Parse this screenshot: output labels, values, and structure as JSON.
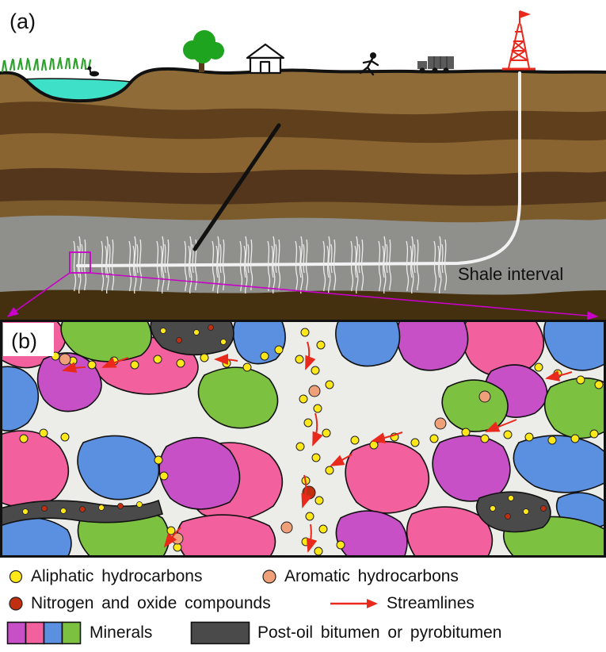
{
  "panel_a": {
    "label": "(a)",
    "shale_label": "Shale interval"
  },
  "panel_b": {
    "label": "(b)"
  },
  "legend": {
    "aliphatic_label": "Aliphatic hydrocarbons",
    "aromatic_label": "Aromatic hydrocarbons",
    "nitrogen_label": "Nitrogen and oxide compounds",
    "streamlines_label": "Streamlines",
    "minerals_label": "Minerals",
    "bitumen_label": "Post-oil bitumen or pyrobitumen"
  },
  "colors": {
    "aliphatic": "#FFE81A",
    "aromatic": "#F0A078",
    "nitrogen": "#C03010",
    "streamline": "#E8291C",
    "minerals": [
      "#C750C7",
      "#F2609E",
      "#5B8FE0",
      "#7CC240"
    ],
    "bitumen": "#4A4A4A",
    "pore": "#ECECE8",
    "rig": "#E8291C",
    "zoom_link": "#C800C8",
    "water": "#3FE0C8"
  }
}
